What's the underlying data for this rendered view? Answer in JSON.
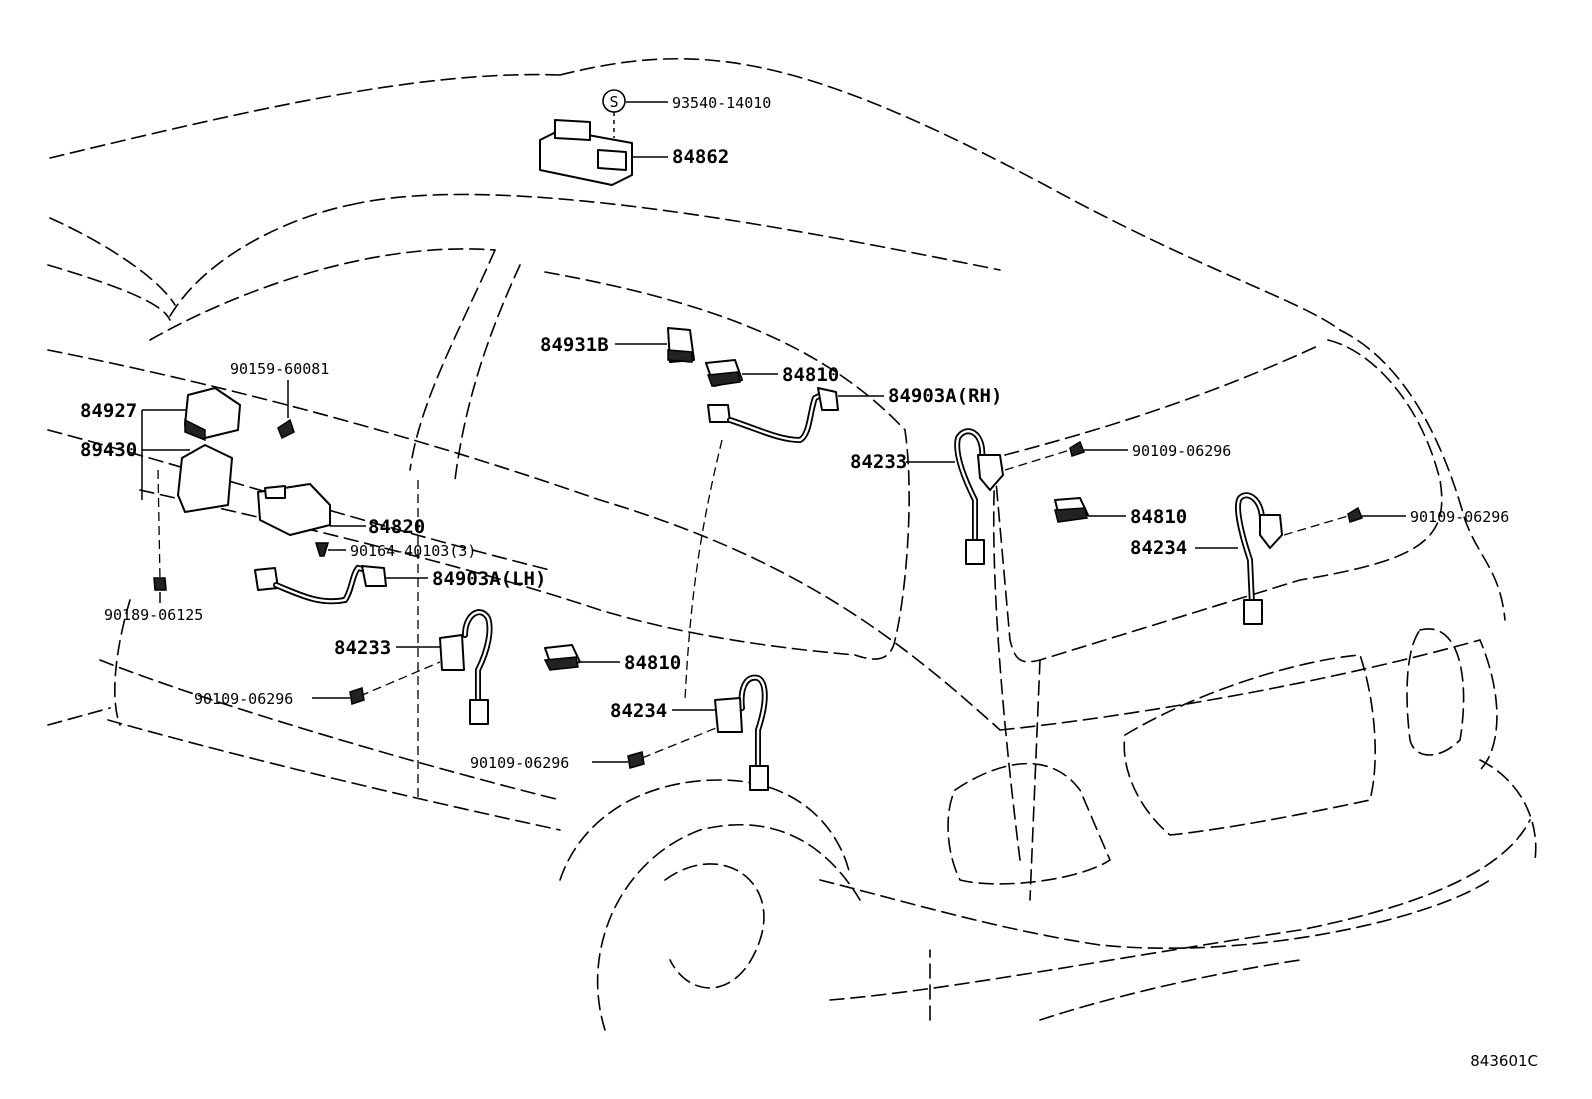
{
  "figure_code": "843601C",
  "callouts": {
    "p93540_14010": "93540-14010",
    "p84862": "84862",
    "p84931B": "84931B",
    "p84810_top": "84810",
    "p84903A_RH": "84903A(RH)",
    "p84233_right": "84233",
    "p90109_06296_right_top": "90109-06296",
    "p84810_right": "84810",
    "p90109_06296_far_right": "90109-06296",
    "p84234_right": "84234",
    "p90159_60081": "90159-60081",
    "p84927": "84927",
    "p89430": "89430",
    "p84820": "84820",
    "p90164_40103": "90164-40103(3)",
    "p84903A_LH": "84903A(LH)",
    "p90189_06125": "90189-06125",
    "p84233_left": "84233",
    "p84810_mid": "84810",
    "p90109_06296_left": "90109-06296",
    "p84234_mid": "84234",
    "p90109_06296_mid": "90109-06296"
  },
  "s_mark": "S"
}
